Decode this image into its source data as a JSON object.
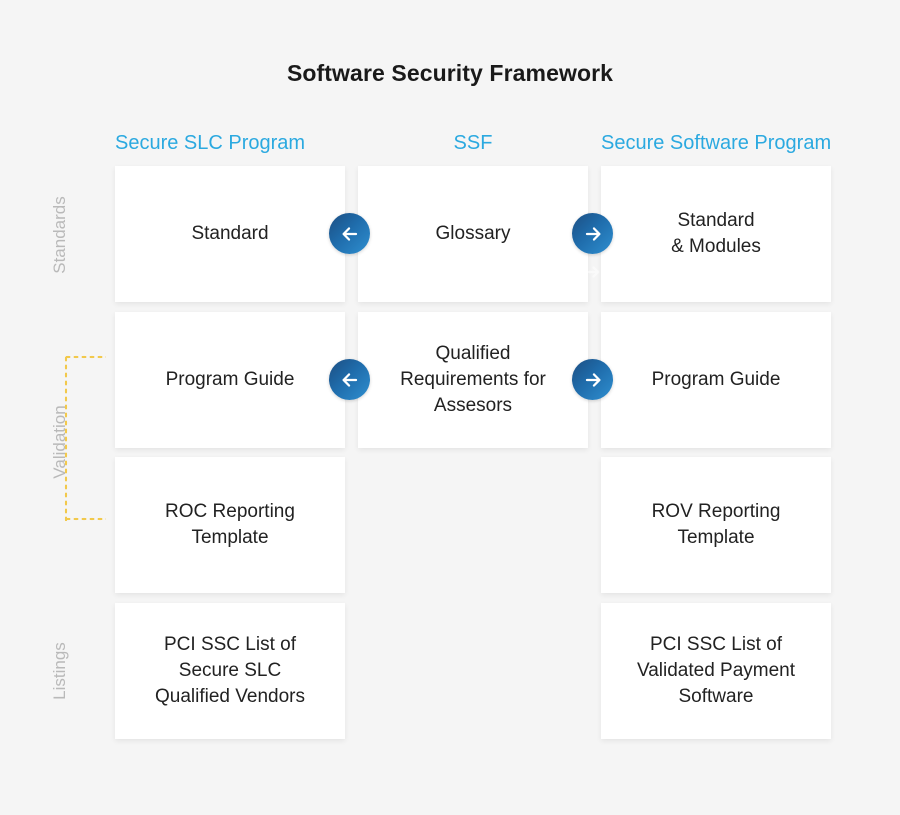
{
  "title": "Software Security Framework",
  "theme": {
    "background": "#f5f5f5",
    "header_blue": "#2ba9e0",
    "card_white": "#ffffff",
    "text_dark": "#222222",
    "row_label_gray": "#b9b9b9",
    "bracket_gold": "#f2c94c",
    "arrow_blue_dark": "#1d4e82",
    "arrow_blue_light": "#2f8fd0"
  },
  "columns": [
    {
      "label": "Secure SLC Program"
    },
    {
      "label": "SSF"
    },
    {
      "label": "Secure Software Program"
    }
  ],
  "rows": [
    {
      "label": "Standards"
    },
    {
      "label": "Validation"
    },
    {
      "label": "Listings"
    }
  ],
  "cards": [
    {
      "text": "Standard"
    },
    {
      "text": "Glossary"
    },
    {
      "text": "Standard\n& Modules"
    },
    {
      "text": "Program Guide"
    },
    {
      "text": "Qualified\nRequirements for\nAssesors"
    },
    {
      "text": "Program Guide"
    },
    {
      "text": "ROC Reporting\nTemplate"
    },
    {
      "text": "ROV Reporting\nTemplate"
    },
    {
      "text": "PCI SSC List of\nSecure SLC\nQualified Vendors"
    },
    {
      "text": "PCI SSC List of\nValidated Payment\nSoftware"
    }
  ],
  "arrows": [
    {
      "direction": "left",
      "icon": "arrow-left-icon"
    },
    {
      "direction": "right",
      "icon": "arrow-right-icon"
    },
    {
      "direction": "left",
      "icon": "arrow-left-icon"
    },
    {
      "direction": "right",
      "icon": "arrow-right-icon"
    }
  ]
}
